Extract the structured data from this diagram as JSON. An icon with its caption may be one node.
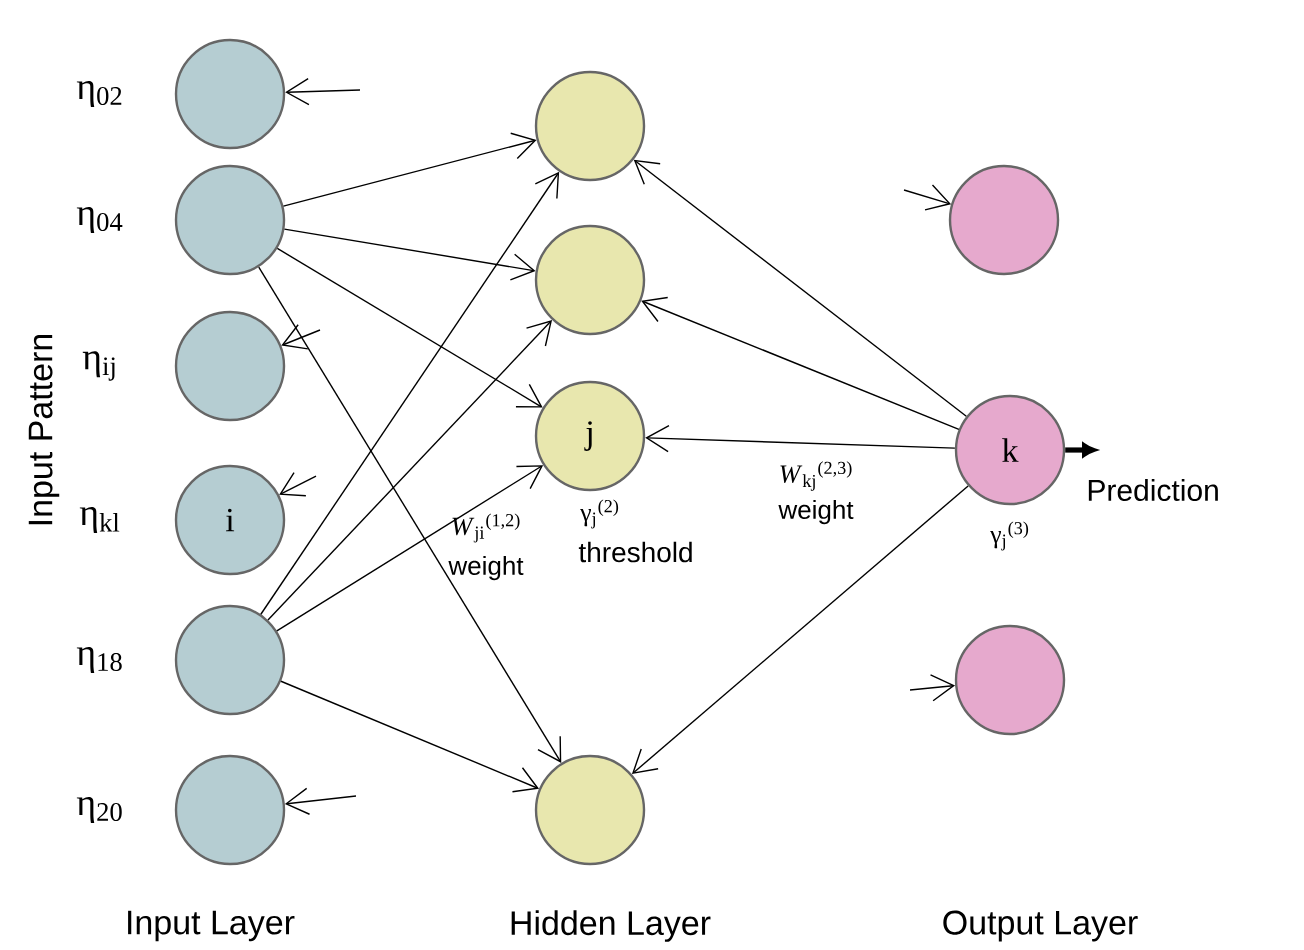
{
  "diagram": {
    "nodes": [
      {
        "text": [],
        "shape": "circle",
        "beside": [
          "η$_{02}$"
        ]
      },
      {
        "text": [],
        "shape": "circle",
        "beside": [
          "η$_{04}$"
        ]
      },
      {
        "text": [],
        "shape": "circle",
        "beside": [
          "η$_{ij}$"
        ]
      },
      {
        "text": [
          "i"
        ],
        "beside": [
          "η$_{kl}$"
        ]
      },
      {
        "text": [],
        "shape": "circle",
        "beside": [
          "η$_{18}$"
        ]
      },
      {
        "text": [],
        "shape": "circle",
        "beside": [
          "η$_{20}$"
        ]
      },
      {
        "text": [],
        "shape": "circle"
      },
      {
        "text": [],
        "shape": "circle"
      },
      {
        "text": [
          "j"
        ],
        "beside": [
          "γ$_{j}$$^{(2)}$",
          "threshold"
        ]
      },
      {
        "text": [],
        "shape": "circle"
      },
      {
        "text": [],
        "shape": "circle"
      },
      {
        "text": [
          "k"
        ],
        "beside": [
          "γ$_{j}$$^{(3)}$"
        ]
      },
      {
        "text": [],
        "shape": "circle"
      },
      {
        "text": [
          "Prediction"
        ]
      }
    ],
    "edges": [
      {
        "from": 1,
        "to": 6,
        "arrow": "to"
      },
      {
        "from": 1,
        "to": 7,
        "arrow": "to"
      },
      {
        "from": 1,
        "to": 8,
        "arrow": "to"
      },
      {
        "from": 1,
        "to": 9,
        "arrow": "to"
      },
      {
        "from": 4,
        "to": 6,
        "arrow": "to"
      },
      {
        "from": 4,
        "to": 7,
        "arrow": "to"
      },
      {
        "from": 4,
        "to": 8,
        "arrow": "to"
      },
      {
        "from": 4,
        "to": 9,
        "arrow": "to"
      },
      {
        "from": 11,
        "to": 6,
        "arrow": "to"
      },
      {
        "from": 11,
        "to": 7,
        "arrow": "to"
      },
      {
        "from": 11,
        "to": 8,
        "arrow": "to"
      },
      {
        "from": 11,
        "to": 9,
        "arrow": "to"
      },
      {
        "from": null,
        "to": 0,
        "arrow": "to"
      },
      {
        "from": null,
        "to": 2,
        "arrow": "to"
      },
      {
        "from": null,
        "to": 3,
        "arrow": "to"
      },
      {
        "from": null,
        "to": 5,
        "arrow": "to"
      },
      {
        "from": null,
        "to": 10,
        "arrow": "to"
      },
      {
        "from": null,
        "to": 12,
        "arrow": "to"
      },
      {
        "from": 11,
        "to": 13,
        "arrow": "to",
        "style": "thick"
      }
    ],
    "labels": [
      "Input Pattern",
      "*W*$_{ji}$$^{(1,2)}$",
      "weight",
      "*W*$_{kj}$$^{(2,3)}$",
      "weight",
      "Input Layer",
      "Hidden Layer",
      "Output Layer"
    ]
  }
}
